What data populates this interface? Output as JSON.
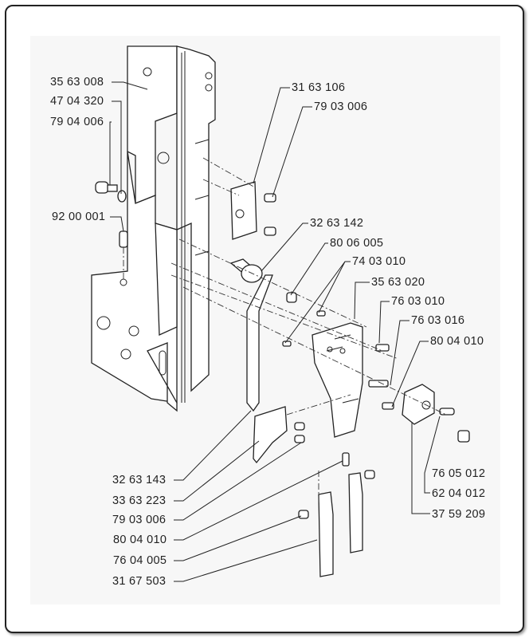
{
  "labels": {
    "l01": "35 63 008",
    "l02": "47 04 320",
    "l03": "79 04 006",
    "l04": "92 00 001",
    "l05": "31 63 106",
    "l06": "79 03 006",
    "l07": "32 63 142",
    "l08": "80 06 005",
    "l09": "74 03 010",
    "l10": "35 63 020",
    "l11": "76 03 010",
    "l12": "76 03 016",
    "l13": "80 04 010",
    "l14": "76 05 012",
    "l15": "62 04 012",
    "l16": "37 59 209",
    "l17": "32 63 143",
    "l18": "33 63 223",
    "l19": "79 03 006",
    "l20": "80 04 010",
    "l21": "76 04 005",
    "l22": "31 67 503"
  }
}
